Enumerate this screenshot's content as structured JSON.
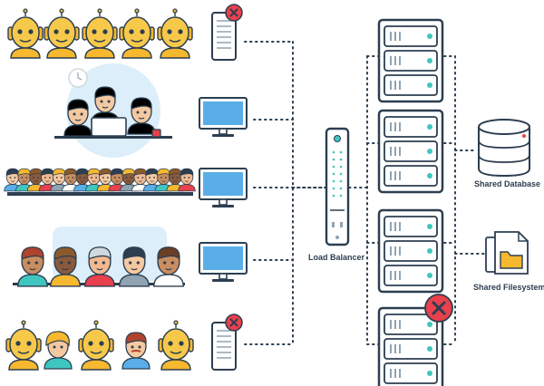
{
  "labels": {
    "load_balancer": "Load Balancer",
    "shared_database": "Shared Database",
    "shared_filesystem": "Shared Filesystem"
  },
  "colors": {
    "outline": "#2c3e50",
    "screen_blue": "#5aaee8",
    "server_fill": "#ffffff",
    "teal_light": "#3fc6c0",
    "error_red": "#e8404c",
    "robot_yellow": "#f5b82e",
    "robot_face": "#f7c94a",
    "folder_yellow": "#f5b82e",
    "crowd_bg": "#dbeefa"
  },
  "icons": {
    "robot": "robot-icon",
    "person": "person-icon",
    "phone_client": "mobile-device-icon",
    "desktop_client": "desktop-monitor-icon",
    "server": "server-rack-icon",
    "load_balancer": "load-balancer-icon",
    "database": "database-icon",
    "files": "files-icon",
    "error": "error-x-icon"
  },
  "groups": [
    {
      "name": "robot-group-top",
      "kind": "robots",
      "count": 5,
      "client": "phone",
      "client_status": "error"
    },
    {
      "name": "people-group-small",
      "kind": "people",
      "count": 3,
      "client": "desktop",
      "client_status": "ok"
    },
    {
      "name": "people-group-crowd",
      "kind": "people",
      "count": 16,
      "client": "desktop",
      "client_status": "ok"
    },
    {
      "name": "people-group-medium",
      "kind": "people",
      "count": 5,
      "client": "desktop",
      "client_status": "ok"
    },
    {
      "name": "mixed-group-bottom",
      "kind": "mixed",
      "count": 5,
      "client": "phone",
      "client_status": "error"
    }
  ],
  "servers": [
    {
      "name": "server-1",
      "status": "ok"
    },
    {
      "name": "server-2",
      "status": "ok"
    },
    {
      "name": "server-3",
      "status": "ok"
    },
    {
      "name": "server-4",
      "status": "error"
    }
  ]
}
